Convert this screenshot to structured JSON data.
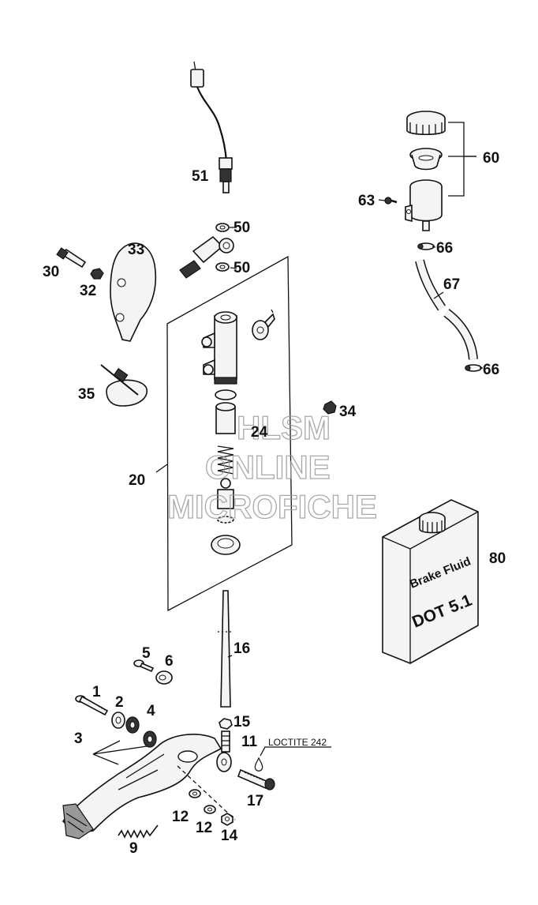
{
  "callouts": {
    "c51": "51",
    "c50a": "50",
    "c50b": "50",
    "c33": "33",
    "c30": "30",
    "c32": "32",
    "c35": "35",
    "c24": "24",
    "c34": "34",
    "c20": "20",
    "c60": "60",
    "c63": "63",
    "c66a": "66",
    "c67": "67",
    "c66b": "66",
    "c80": "80",
    "c16": "16",
    "c5": "5",
    "c6": "6",
    "c1": "1",
    "c2": "2",
    "c4": "4",
    "c3": "3",
    "c15": "15",
    "c11": "11",
    "c17": "17",
    "c12a": "12",
    "c12b": "12",
    "c14": "14",
    "c9": "9"
  },
  "loctite": "LOCTITE 242",
  "bottle": {
    "line1": "Brake Fluid",
    "line2": "DOT 5.1"
  },
  "watermark": {
    "line1": "HLSM",
    "line2": "ONLINE",
    "line3": "MICROFICHE"
  }
}
